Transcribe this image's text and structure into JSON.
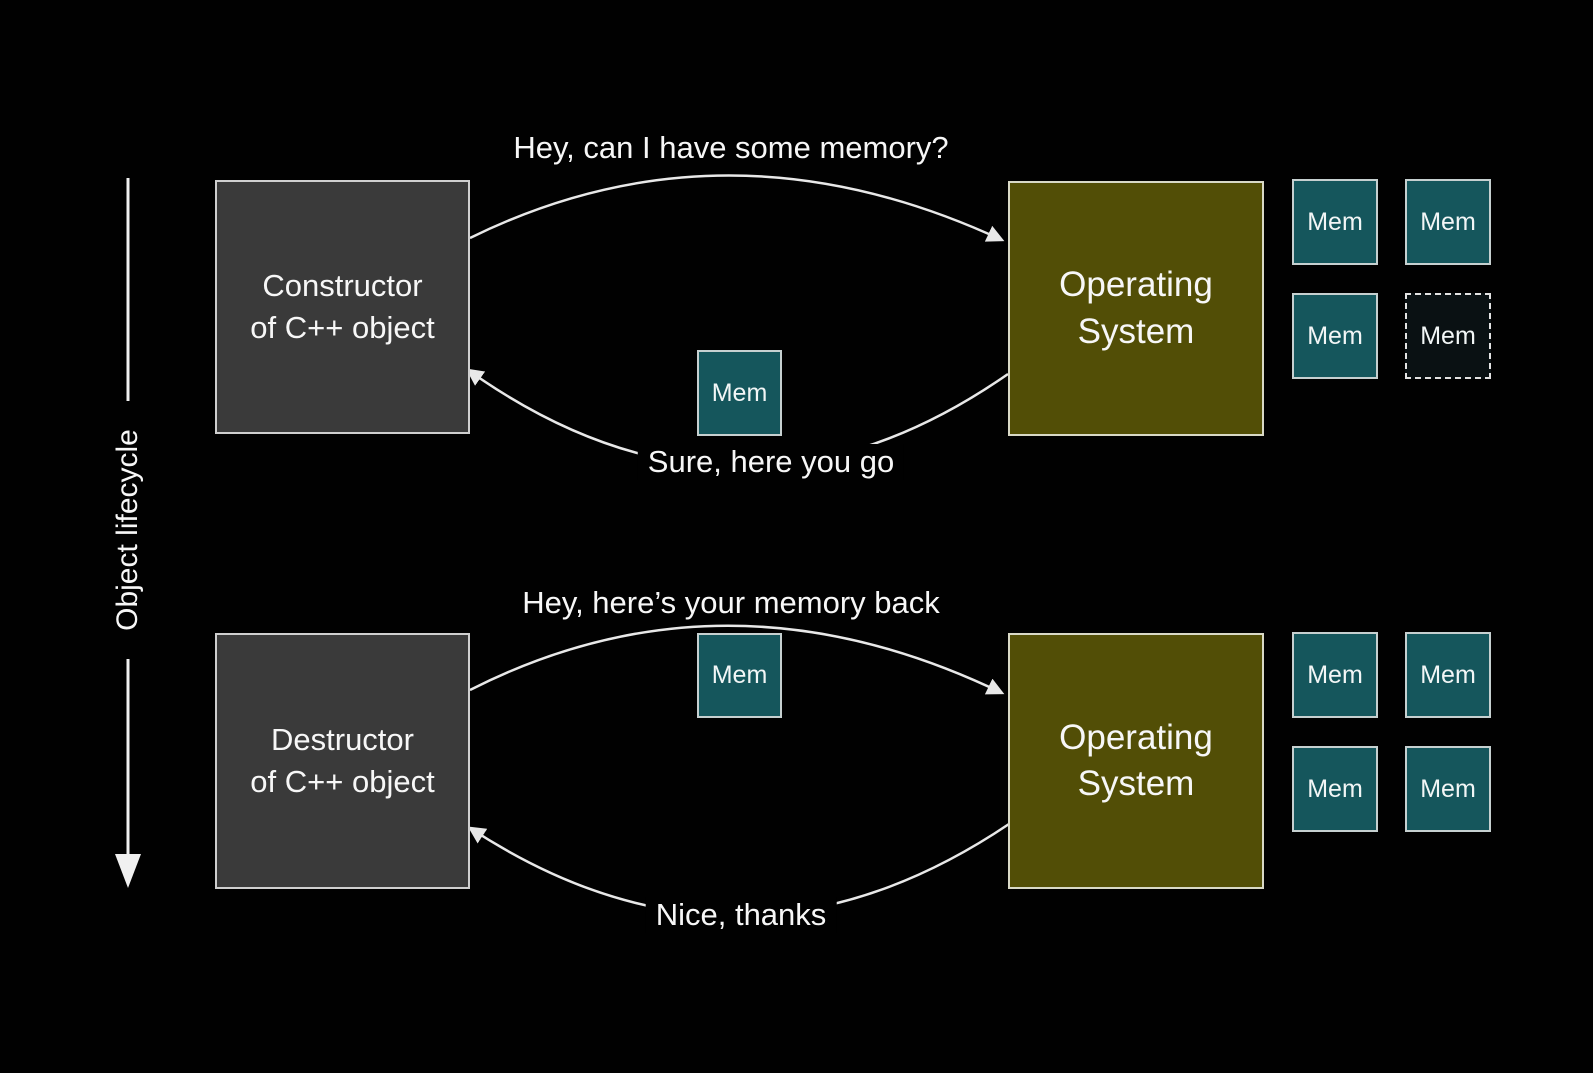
{
  "diagram": {
    "title_axis": {
      "label": "Object lifecycle"
    },
    "colors": {
      "background": "#010101",
      "actor_box_fill": "#3a3a3a",
      "actor_box_border": "#cfcfcf",
      "os_box_fill": "#524e06",
      "os_box_border": "#d9d9c6",
      "mem_fill": "#15565c",
      "mem_border": "#c6d0d0",
      "mem_freed_fill": "#0a1113",
      "arrow_stroke": "#e8e8e8",
      "text": "#f7f7f7"
    },
    "top_flow": {
      "actor_line1": "Constructor",
      "actor_line2": "of C++ object",
      "os_line1": "Operating",
      "os_line2": "System",
      "request_label": "Hey, can I have some memory?",
      "reply_label": "Sure, here you go",
      "transfer_mem_label": "Mem",
      "mem_grid": [
        {
          "label": "Mem",
          "state": "allocated"
        },
        {
          "label": "Mem",
          "state": "allocated"
        },
        {
          "label": "Mem",
          "state": "allocated"
        },
        {
          "label": "Mem",
          "state": "freed"
        }
      ]
    },
    "bottom_flow": {
      "actor_line1": "Destructor",
      "actor_line2": "of C++ object",
      "os_line1": "Operating",
      "os_line2": "System",
      "request_label": "Hey, here’s your memory back",
      "reply_label": "Nice, thanks",
      "transfer_mem_label": "Mem",
      "mem_grid": [
        {
          "label": "Mem",
          "state": "allocated"
        },
        {
          "label": "Mem",
          "state": "allocated"
        },
        {
          "label": "Mem",
          "state": "allocated"
        },
        {
          "label": "Mem",
          "state": "allocated"
        }
      ]
    }
  }
}
